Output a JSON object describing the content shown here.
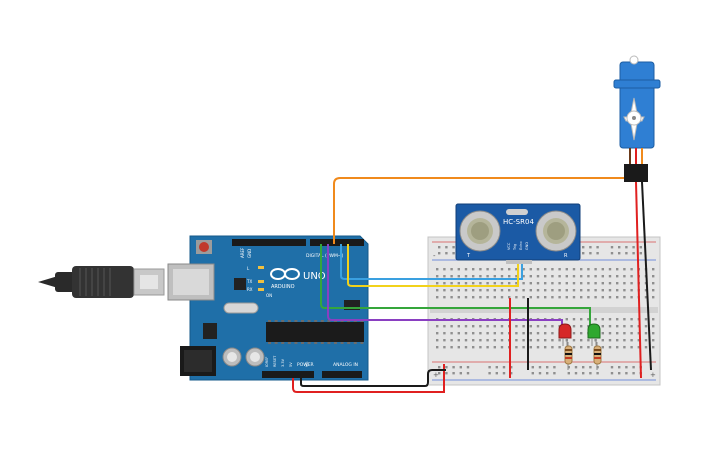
{
  "board": {
    "logo_text": "ARDUINO",
    "model": "UNO",
    "digital_label": "DIGITAL (PWM~)",
    "power_label": "POWER",
    "analog_label": "ANALOG IN",
    "aref": "AREF",
    "gnd": "GND",
    "tx": "TX",
    "rx": "RX",
    "l": "L",
    "on": "ON",
    "ioref": "IOREF",
    "reset": "RESET",
    "v33": "3.3V",
    "v5": "5V",
    "vin": "Vin"
  },
  "sensor": {
    "name": "HC-SR04",
    "t": "T",
    "r": "R",
    "pins": [
      "VCC",
      "Trig",
      "Echo",
      "GND"
    ]
  },
  "breadboard": {
    "plus": "+",
    "minus": "-"
  },
  "components": {
    "led_red": "#d62828",
    "led_green": "#2fa82f",
    "servo_color": "#2f7fd3",
    "board_color": "#1f6fa8"
  },
  "wires": {
    "orange": "#f08a1c",
    "blue": "#3aa0e0",
    "yellow": "#f2d21b",
    "green": "#35a63b",
    "purple": "#8a3fc1",
    "red": "#e02020",
    "black": "#1a1a1a"
  }
}
